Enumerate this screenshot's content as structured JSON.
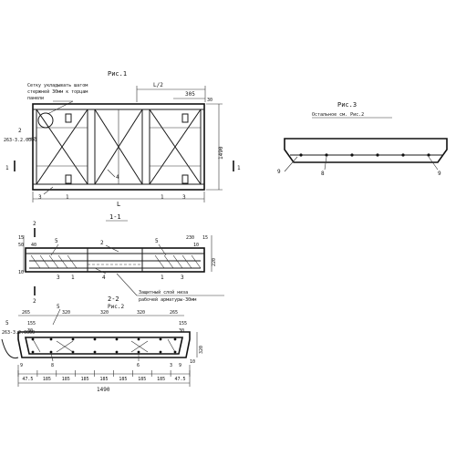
{
  "fig1": {
    "title": "Рис.1",
    "note_line1": "Сетку укладывать шагом",
    "note_line2": "стержней 30мм к торцам",
    "note_line3": "панели",
    "half_span": "L/2",
    "span": "L",
    "dim_305": "305",
    "dim_30": "30",
    "height": "1490",
    "section_mark": "1",
    "mesh_ref": "2",
    "mesh_ref_code": "263-3.2.0000",
    "pos_3": "3",
    "pos_1": "1",
    "pos_4": "4"
  },
  "section11": {
    "title": "1-1",
    "pos_2": "2",
    "pos_5": "5",
    "pos_1": "1",
    "pos_3": "3",
    "pos_4": "4",
    "dim_15": "15",
    "dim_50": "50",
    "dim_40": "40",
    "dim_10": "10",
    "dim_230": "230",
    "dim_220": "220",
    "note_line1": "Защитный слой низа",
    "note_line2": "рабочей арматуры-30мм"
  },
  "fig2": {
    "title": "2-2",
    "subtitle": "Рис.2",
    "dim_265a": "265",
    "dim_320a": "320",
    "dim_320b": "320",
    "dim_320c": "320",
    "dim_265b": "265",
    "dim_155a": "155",
    "dim_155b": "155",
    "dim_30a": "30",
    "dim_30b": "30",
    "dim_320v": "320",
    "dim_10": "10",
    "ref_code": "263-3.2.0000",
    "ref_mark": "5",
    "pos_8": "8",
    "pos_9": "9",
    "pos_6": "6",
    "pos_3": "3",
    "bottom_dims": [
      "47.5",
      "185",
      "185",
      "185",
      "185",
      "185",
      "185",
      "185",
      "47.5"
    ],
    "total_width": "1490"
  },
  "fig3": {
    "title": "Рис.3",
    "subtitle": "Остальное см. Рис.2",
    "pos_9a": "9",
    "pos_8": "8",
    "pos_9b": "9"
  }
}
